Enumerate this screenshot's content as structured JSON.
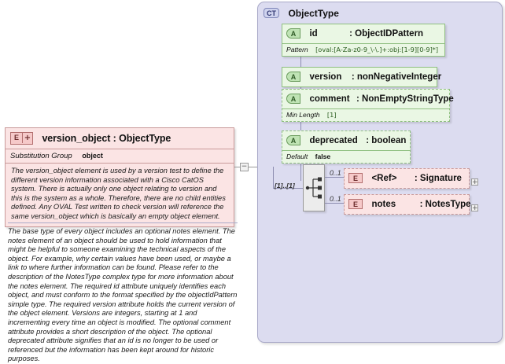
{
  "element": {
    "icon": "element-expand-icon",
    "badge_letter": "E",
    "badge_plus": "+",
    "title": "version_object : ObjectType",
    "substitution_group_label": "Substitution Group",
    "substitution_group_value": "object",
    "documentation": "The version_object element is used by a version test to define the different version information associated with a Cisco CatOS system. There is actually only one object relating to version and this is the system as a whole. Therefore, there are no child entities defined. Any OVAL Test written to check version will reference the same version_object which is basically an empty object element."
  },
  "connector": {
    "collapse_glyph": "−"
  },
  "type": {
    "badge": "CT",
    "title": "ObjectType",
    "attributes": [
      {
        "badge": "A",
        "name": "id",
        "type": ": ObjectIDPattern",
        "required": true,
        "facet_label": "Pattern",
        "facet_value": "[oval:[A-Za-z0-9_\\-\\.]+:obj:[1-9][0-9]*]"
      },
      {
        "badge": "A",
        "name": "version",
        "type": ": nonNegativeInteger",
        "required": true,
        "facet_label": "",
        "facet_value": ""
      },
      {
        "badge": "A",
        "name": "comment",
        "type": ": NonEmptyStringType",
        "required": false,
        "facet_label": "Min Length",
        "facet_value": "[1]"
      },
      {
        "badge": "A",
        "name": "deprecated",
        "type": ": boolean",
        "required": false,
        "facet_label": "Default",
        "facet_value": "false"
      }
    ],
    "sequence": {
      "icon": "sequence-compositor-icon",
      "cardinality": "[1]..[1]",
      "elements": [
        {
          "badge": "E",
          "name": "<Ref>",
          "type": ": Signature",
          "occurs": "0..1",
          "expand": "+"
        },
        {
          "badge": "E",
          "name": "notes",
          "type": ": NotesType",
          "occurs": "0..1",
          "expand": "+"
        }
      ]
    },
    "documentation": "The base type of every object includes an optional notes element. The notes element of an object should be used to hold information that might be helpful to someone examining the technical aspects of the object. For example, why certain values have been used, or maybe a link to where further information can be found. Please refer to the description of the NotesType complex type for more information about the notes element. The required id attribute uniquely identifies each object, and must conform to the format specified by the objectIdPattern simple type. The required version attribute holds the current version of the object element. Versions are integers, starting at 1 and incrementing every time an object is modified. The optional comment attribute provides a short description of the object. The optional deprecated attribute signifies that an id is no longer to be used or referenced but the information has been kept around for historic purposes."
  },
  "colors": {
    "element_fill": "#fbe4e4",
    "element_border": "#c99a9a",
    "type_fill": "#dcdcf0",
    "type_border": "#a9a9c8",
    "attr_fill": "#eaf7e4",
    "attr_border": "#8fbf80"
  }
}
